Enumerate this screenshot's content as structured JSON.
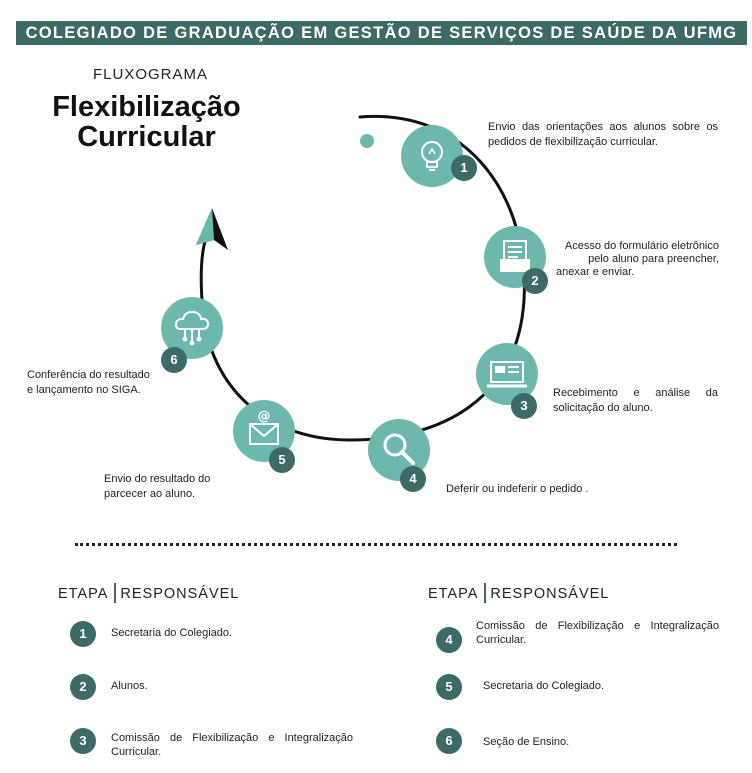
{
  "header": {
    "banner": "COLEGIADO DE GRADUAÇÃO EM GESTÃO DE SERVIÇOS DE SAÚDE DA UFMG"
  },
  "intro": {
    "kicker": "FLUXOGRAMA",
    "title_line1": "Flexibilização",
    "title_line2": "Curricular"
  },
  "colors": {
    "accent": "#6db8ad",
    "dark": "#3c6a65"
  },
  "steps": [
    {
      "number": "1",
      "icon": "lightbulb-icon",
      "description": "Envio das orientações aos alunos sobre os pedidos de flexibilização curricular."
    },
    {
      "number": "2",
      "icon": "document-folder-icon",
      "description_line1": "Acesso do formulário eletrônico",
      "description_line2": "pelo aluno para preencher,",
      "description_line3": "anexar e enviar."
    },
    {
      "number": "3",
      "icon": "monitor-icon",
      "description_line1": "Recebimento e análise da",
      "description_line2": "solicitação do aluno."
    },
    {
      "number": "4",
      "icon": "magnifier-icon",
      "description": "Deferir ou indeferir o pedido ."
    },
    {
      "number": "5",
      "icon": "email-icon",
      "description_line1": "Envio do resultado do",
      "description_line2": "parcecer ao aluno."
    },
    {
      "number": "6",
      "icon": "cloud-network-icon",
      "description_line1": "Conferência do resultado",
      "description_line2": "e lançamento no SIGA."
    }
  ],
  "responsibles": {
    "column_header_left": "ETAPA",
    "column_header_right": "RESPONSÁVEL",
    "rows": [
      {
        "step": "1",
        "responsible": "Secretaria do Colegiado."
      },
      {
        "step": "2",
        "responsible": "Alunos."
      },
      {
        "step": "3",
        "responsible_line1": "Comissão de Flexibilização e Integralização",
        "responsible_line2": "Curricular."
      },
      {
        "step": "4",
        "responsible_line1": "Comissão de Flexibilização e Integralização",
        "responsible_line2": "Curricular."
      },
      {
        "step": "5",
        "responsible": "Secretaria do Colegiado."
      },
      {
        "step": "6",
        "responsible": "Seção de Ensino."
      }
    ]
  }
}
